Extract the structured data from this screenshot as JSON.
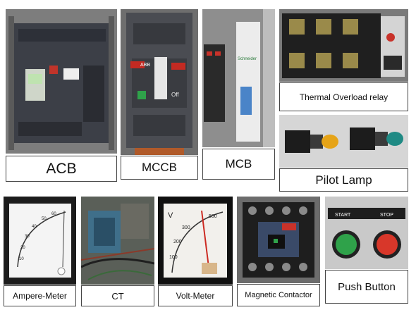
{
  "components": {
    "acb": {
      "label": "ACB"
    },
    "mccb": {
      "label": "MCCB"
    },
    "mcb": {
      "label": "MCB"
    },
    "thermal_overload_relay": {
      "label": "Thermal Overload relay"
    },
    "pilot_lamp": {
      "label": "Pilot Lamp"
    },
    "ampere_meter": {
      "label": "Ampere-Meter"
    },
    "ct": {
      "label": "CT"
    },
    "volt_meter": {
      "label": "Volt-Meter"
    },
    "magnetic_contactor": {
      "label": "Magnetic Contactor"
    },
    "push_button": {
      "label": "Push Button"
    }
  },
  "photo_text": {
    "mccb_brand": "ABB",
    "mccb_off": "Off",
    "mcb_brand": "Schneider",
    "push_start": "START",
    "push_stop": "STOP",
    "volt_unit": "V",
    "volt_ticks": [
      "100",
      "200",
      "300",
      "500"
    ],
    "amp_ticks": [
      "10",
      "20",
      "30",
      "40",
      "50",
      "60"
    ]
  },
  "colors": {
    "pilot_lamp_amber": "#e6a418",
    "pilot_lamp_green": "#1f8a84",
    "push_start_green": "#2fa24a",
    "push_stop_red": "#d8372a",
    "volt_needle": "#cc2a22"
  }
}
